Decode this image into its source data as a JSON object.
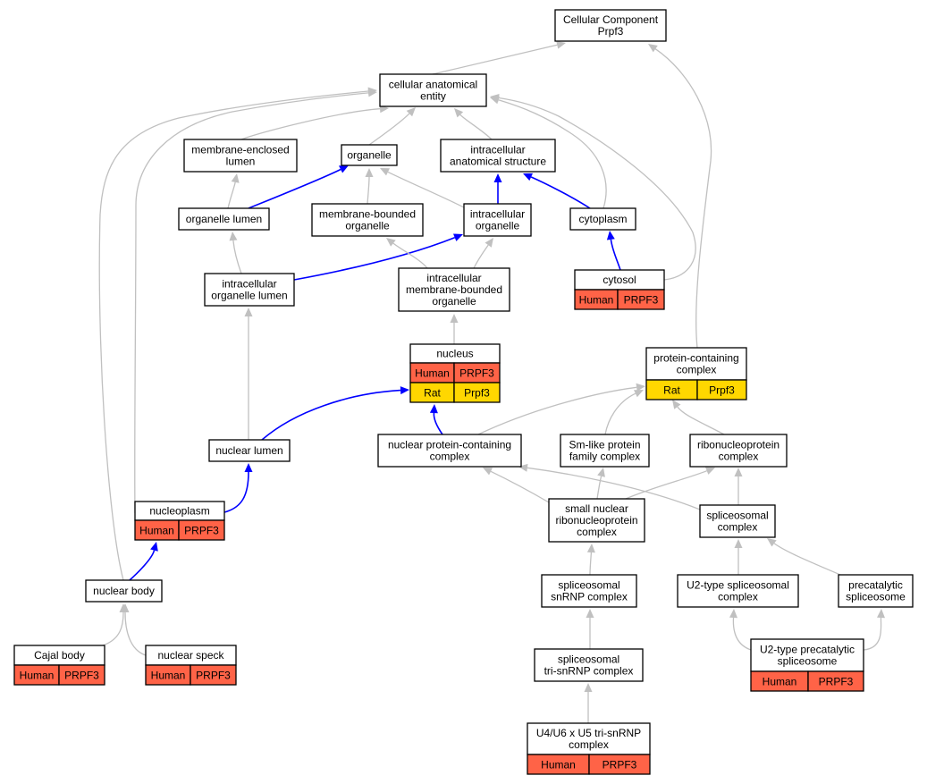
{
  "colors": {
    "human": "#ff6347",
    "rat": "#ffd700",
    "is_a_edge": "#c0c0c0",
    "part_of_edge": "#0000ff"
  },
  "nodes": {
    "root": {
      "lines": [
        "Cellular Component",
        "Prpf3"
      ]
    },
    "cae": {
      "lines": [
        "cellular anatomical",
        "entity"
      ]
    },
    "mel": {
      "lines": [
        "membrane-enclosed",
        "lumen"
      ]
    },
    "org": {
      "lines": [
        "organelle"
      ]
    },
    "ias": {
      "lines": [
        "intracellular",
        "anatomical structure"
      ]
    },
    "orgl": {
      "lines": [
        "organelle lumen"
      ]
    },
    "mbo": {
      "lines": [
        "membrane-bounded",
        "organelle"
      ]
    },
    "io": {
      "lines": [
        "intracellular",
        "organelle"
      ]
    },
    "cyto": {
      "lines": [
        "cytoplasm"
      ]
    },
    "iol": {
      "lines": [
        "intracellular",
        "organelle lumen"
      ]
    },
    "imbo": {
      "lines": [
        "intracellular",
        "membrane-bounded",
        "organelle"
      ]
    },
    "cytosol": {
      "lines": [
        "cytosol"
      ],
      "annotations": [
        {
          "species": "Human",
          "gene": "PRPF3"
        }
      ]
    },
    "nucleus": {
      "lines": [
        "nucleus"
      ],
      "annotations": [
        {
          "species": "Human",
          "gene": "PRPF3"
        },
        {
          "species": "Rat",
          "gene": "Prpf3"
        }
      ]
    },
    "pcc": {
      "lines": [
        "protein-containing",
        "complex"
      ],
      "annotations": [
        {
          "species": "Rat",
          "gene": "Prpf3"
        }
      ]
    },
    "nlumen": {
      "lines": [
        "nuclear lumen"
      ]
    },
    "npcc": {
      "lines": [
        "nuclear protein-containing",
        "complex"
      ]
    },
    "smlike": {
      "lines": [
        "Sm-like protein",
        "family complex"
      ]
    },
    "rnp": {
      "lines": [
        "ribonucleoprotein",
        "complex"
      ]
    },
    "nucleoplasm": {
      "lines": [
        "nucleoplasm"
      ],
      "annotations": [
        {
          "species": "Human",
          "gene": "PRPF3"
        }
      ]
    },
    "snrnp": {
      "lines": [
        "small nuclear",
        "ribonucleoprotein",
        "complex"
      ]
    },
    "spl": {
      "lines": [
        "spliceosomal",
        "complex"
      ]
    },
    "nbody": {
      "lines": [
        "nuclear body"
      ]
    },
    "sssnrnp": {
      "lines": [
        "spliceosomal",
        "snRNP complex"
      ]
    },
    "u2": {
      "lines": [
        "U2-type spliceosomal",
        "complex"
      ]
    },
    "precat": {
      "lines": [
        "precatalytic",
        "spliceosome"
      ]
    },
    "cajal": {
      "lines": [
        "Cajal body"
      ],
      "annotations": [
        {
          "species": "Human",
          "gene": "PRPF3"
        }
      ]
    },
    "speck": {
      "lines": [
        "nuclear speck"
      ],
      "annotations": [
        {
          "species": "Human",
          "gene": "PRPF3"
        }
      ]
    },
    "tri": {
      "lines": [
        "spliceosomal",
        "tri-snRNP complex"
      ]
    },
    "u2pre": {
      "lines": [
        "U2-type precatalytic",
        "spliceosome"
      ],
      "annotations": [
        {
          "species": "Human",
          "gene": "PRPF3"
        }
      ]
    },
    "u4u6": {
      "lines": [
        "U4/U6 x U5 tri-snRNP",
        "complex"
      ],
      "annotations": [
        {
          "species": "Human",
          "gene": "PRPF3"
        }
      ]
    }
  },
  "edges": [
    {
      "from": "cae",
      "to": "root",
      "type": "is_a"
    },
    {
      "from": "pcc",
      "to": "root",
      "type": "is_a"
    },
    {
      "from": "mel",
      "to": "cae",
      "type": "is_a"
    },
    {
      "from": "org",
      "to": "cae",
      "type": "is_a"
    },
    {
      "from": "ias",
      "to": "cae",
      "type": "is_a"
    },
    {
      "from": "cyto",
      "to": "cae",
      "type": "is_a"
    },
    {
      "from": "nbody",
      "to": "cae",
      "type": "is_a"
    },
    {
      "from": "nucleoplasm",
      "to": "cae",
      "type": "is_a"
    },
    {
      "from": "orgl",
      "to": "mel",
      "type": "is_a"
    },
    {
      "from": "orgl",
      "to": "org",
      "type": "part_of"
    },
    {
      "from": "mbo",
      "to": "org",
      "type": "is_a"
    },
    {
      "from": "io",
      "to": "org",
      "type": "is_a"
    },
    {
      "from": "io",
      "to": "ias",
      "type": "part_of"
    },
    {
      "from": "cyto",
      "to": "ias",
      "type": "part_of"
    },
    {
      "from": "cytosol",
      "to": "cyto",
      "type": "part_of"
    },
    {
      "from": "cytosol",
      "to": "cae",
      "type": "is_a"
    },
    {
      "from": "iol",
      "to": "orgl",
      "type": "is_a"
    },
    {
      "from": "iol",
      "to": "io",
      "type": "part_of"
    },
    {
      "from": "imbo",
      "to": "mbo",
      "type": "is_a"
    },
    {
      "from": "imbo",
      "to": "io",
      "type": "is_a"
    },
    {
      "from": "nucleus",
      "to": "imbo",
      "type": "is_a"
    },
    {
      "from": "nlumen",
      "to": "iol",
      "type": "is_a"
    },
    {
      "from": "nlumen",
      "to": "nucleus",
      "type": "part_of"
    },
    {
      "from": "npcc",
      "to": "nucleus",
      "type": "part_of"
    },
    {
      "from": "npcc",
      "to": "pcc",
      "type": "is_a"
    },
    {
      "from": "smlike",
      "to": "pcc",
      "type": "is_a"
    },
    {
      "from": "rnp",
      "to": "pcc",
      "type": "is_a"
    },
    {
      "from": "nucleoplasm",
      "to": "nlumen",
      "type": "part_of"
    },
    {
      "from": "snrnp",
      "to": "npcc",
      "type": "is_a"
    },
    {
      "from": "snrnp",
      "to": "smlike",
      "type": "is_a"
    },
    {
      "from": "snrnp",
      "to": "rnp",
      "type": "is_a"
    },
    {
      "from": "spl",
      "to": "npcc",
      "type": "is_a"
    },
    {
      "from": "spl",
      "to": "rnp",
      "type": "is_a"
    },
    {
      "from": "nbody",
      "to": "nucleoplasm",
      "type": "part_of"
    },
    {
      "from": "sssnrnp",
      "to": "snrnp",
      "type": "is_a"
    },
    {
      "from": "u2",
      "to": "spl",
      "type": "is_a"
    },
    {
      "from": "precat",
      "to": "spl",
      "type": "is_a"
    },
    {
      "from": "cajal",
      "to": "nbody",
      "type": "is_a"
    },
    {
      "from": "speck",
      "to": "nbody",
      "type": "is_a"
    },
    {
      "from": "tri",
      "to": "sssnrnp",
      "type": "is_a"
    },
    {
      "from": "u2pre",
      "to": "u2",
      "type": "is_a"
    },
    {
      "from": "u2pre",
      "to": "precat",
      "type": "is_a"
    },
    {
      "from": "u4u6",
      "to": "tri",
      "type": "is_a"
    }
  ]
}
